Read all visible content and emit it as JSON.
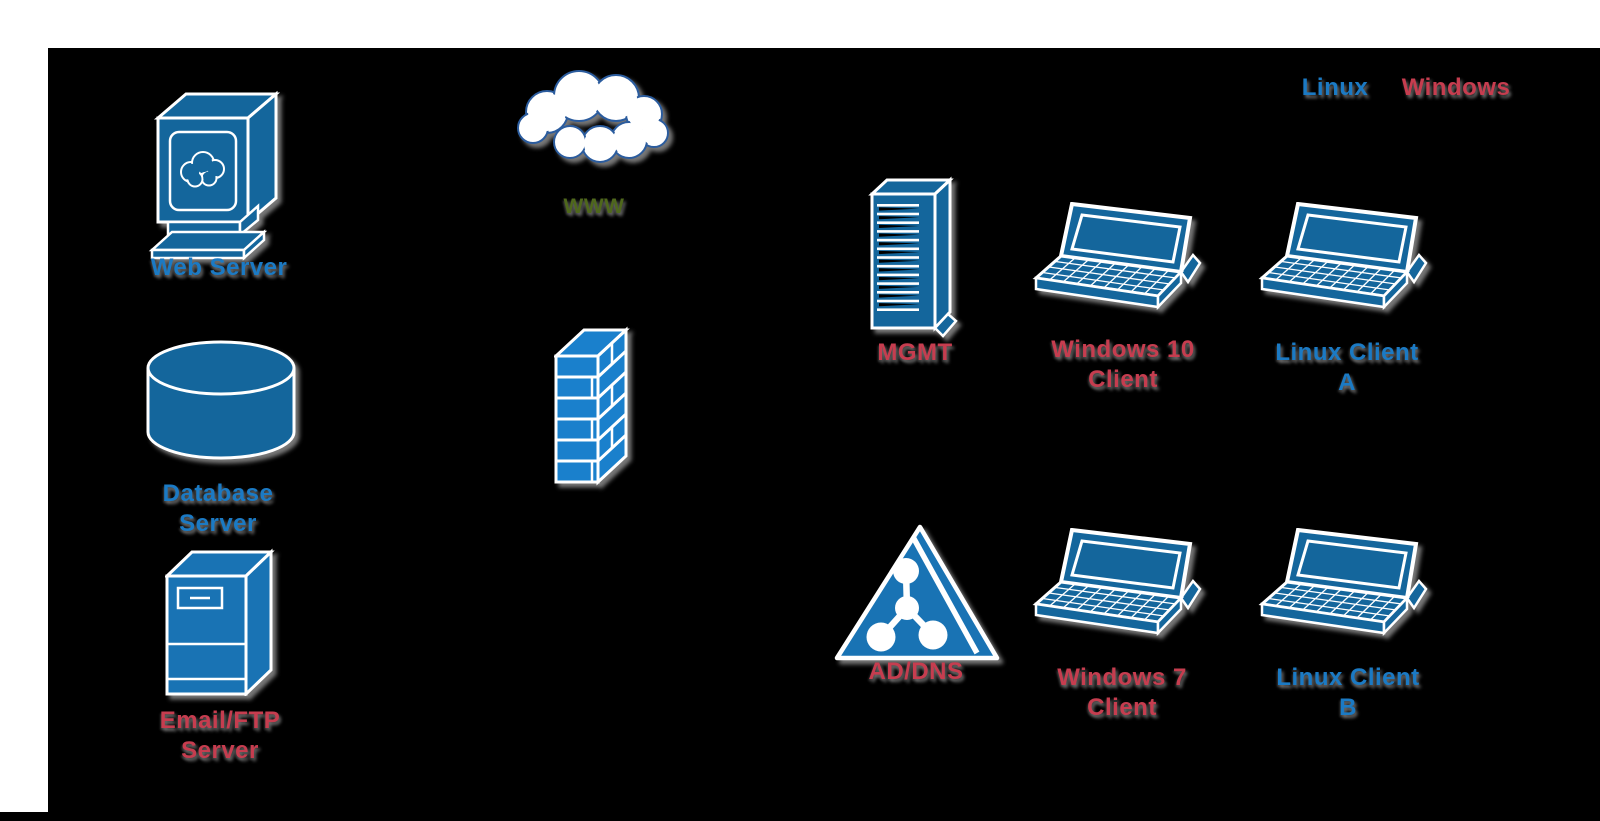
{
  "page": {
    "background": "#ffffff",
    "canvas_background": "#000000"
  },
  "legend": {
    "linux": {
      "label": "Linux",
      "color": "#1b7ac4"
    },
    "windows": {
      "label": "Windows",
      "color": "#c63d4f"
    }
  },
  "colors": {
    "icon_blue": "#14669c",
    "icon_blue_bright": "#1a80cc",
    "icon_blue_mid": "#1973b4",
    "icon_outline": "#ffffff",
    "cloud_fill": "#ffffff",
    "cloud_outline": "#2b5c9e",
    "label_blue": "#1b7ac4",
    "label_red": "#c63d4f",
    "label_green": "#4f681c"
  },
  "nodes": {
    "web_server": {
      "icon": "workstation-icon",
      "line1": "Web Server"
    },
    "internet": {
      "icon": "cloud-icon",
      "line1": "WWW"
    },
    "firewall": {
      "icon": "firewall-icon"
    },
    "database_server": {
      "icon": "database-icon",
      "line1": "Database",
      "line2": "Server"
    },
    "email_ftp_server": {
      "icon": "tower-server-icon",
      "line1": "Email/FTP",
      "line2": "Server"
    },
    "mgmt": {
      "icon": "rack-server-icon",
      "line1": "MGMT"
    },
    "windows10_client": {
      "icon": "laptop-icon",
      "line1": "Windows 10",
      "line2": "Client"
    },
    "linux_client_a": {
      "icon": "laptop-icon",
      "line1": "Linux Client",
      "line2": "A"
    },
    "ad_dns": {
      "icon": "addns-triangle-icon",
      "line1": "AD/DNS"
    },
    "windows7_client": {
      "icon": "laptop-icon",
      "line1": "Windows 7",
      "line2": "Client"
    },
    "linux_client_b": {
      "icon": "laptop-icon",
      "line1": "Linux Client",
      "line2": "B"
    }
  }
}
